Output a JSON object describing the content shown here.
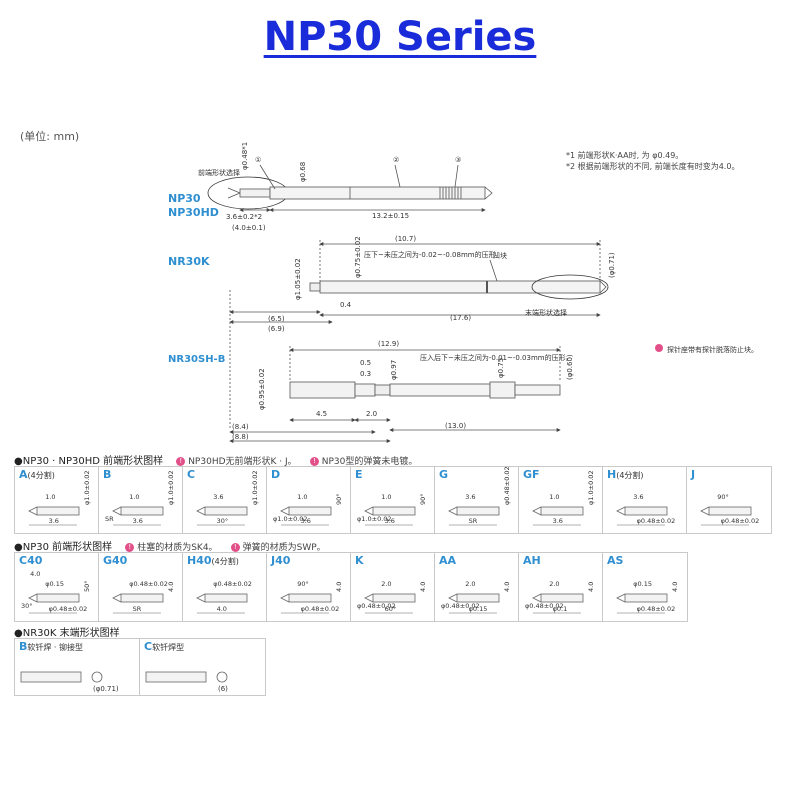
{
  "page_title": "NP30 Series",
  "unit": "(单位: mm)",
  "notes": [
    "*1 前端形状K·AA时, 为 φ0.49。",
    "*2 根据前端形状的不同, 前端长度有时变为4.0。"
  ],
  "main_diagram": {
    "labels": {
      "np30": "NP30",
      "np30hd": "NP30HD",
      "nr30k": "NR30K",
      "nr30shb": "NR30SH-B"
    },
    "np30": {
      "callout": "前端形状选择",
      "markers": [
        "①",
        "②",
        "③"
      ],
      "dia_tip": "φ0.48*1",
      "dia_body": "φ0.68",
      "len_tip": "3.6±0.2*2",
      "len_tip_alt": "(4.0±0.1)",
      "len_body": "13.2±0.15"
    },
    "nr30k": {
      "total": "(10.7)",
      "note": "压下~未压之间为-0.02~-0.08mm的压形。",
      "stopper": "凹块",
      "dia_a": "φ0.75±0.02",
      "dia_b": "φ1.05±0.02",
      "dia_c": "(φ0.71)",
      "len_a": "0.4",
      "len_b": "(17.6)",
      "len_c": "(6.5)",
      "len_d": "(6.9)",
      "tail": "末端形状选择"
    },
    "nr30shb": {
      "total": "(12.9)",
      "note": "压入后下~未压之间为-0.01~-0.03mm的压形。",
      "dim_05": "0.5",
      "dim_03": "0.3",
      "dia_a": "φ0.95±0.02",
      "dia_b": "φ0.97",
      "dia_c": "φ0.75",
      "dia_d": "(φ0.60)",
      "len_45": "4.5",
      "len_20": "2.0",
      "len_130": "(13.0)",
      "len_84": "(8.4)",
      "len_88": "(8.8)",
      "warn": "探针座带有探针脱落防止块。"
    }
  },
  "section1": {
    "title": "●NP30 · NP30HD  前端形状图样",
    "note1": "NP30HD无前端形状K · J。",
    "note2": "NP30型的弹簧未电镀。",
    "shapes": [
      {
        "code": "A",
        "sub": "(4分割)",
        "dims": [
          "1.0",
          "3.6",
          "φ1.0±0.02"
        ]
      },
      {
        "code": "B",
        "sub": "",
        "dims": [
          "1.0",
          "3.6",
          "φ1.0±0.02",
          "SR"
        ]
      },
      {
        "code": "C",
        "sub": "",
        "dims": [
          "3.6",
          "30°",
          "φ1.0±0.02"
        ]
      },
      {
        "code": "D",
        "sub": "",
        "dims": [
          "1.0",
          "3.6",
          "90°",
          "φ1.0±0.02"
        ]
      },
      {
        "code": "E",
        "sub": "",
        "dims": [
          "1.0",
          "3.6",
          "90°",
          "φ1.0±0.02"
        ]
      },
      {
        "code": "G",
        "sub": "",
        "dims": [
          "3.6",
          "SR",
          "φ0.48±0.02"
        ]
      },
      {
        "code": "GF",
        "sub": "",
        "dims": [
          "1.0",
          "3.6",
          "φ1.0±0.02"
        ]
      },
      {
        "code": "H",
        "sub": "(4分割)",
        "dims": [
          "3.6",
          "φ0.48±0.02"
        ]
      },
      {
        "code": "J",
        "sub": "",
        "dims": [
          "90°",
          "φ0.48±0.02"
        ]
      }
    ]
  },
  "section2": {
    "title": "●NP30  前端形状图样",
    "note1": "柱塞的材质为SK4。",
    "note2": "弹簧的材质为SWP。",
    "shapes": [
      {
        "code": "C40",
        "sub": "",
        "dims": [
          "φ0.15",
          "φ0.48±0.02",
          "50°",
          "30°",
          "4.0"
        ]
      },
      {
        "code": "G40",
        "sub": "",
        "dims": [
          "φ0.48±0.02",
          "SR",
          "4.0"
        ]
      },
      {
        "code": "H40",
        "sub": "(4分割)",
        "dims": [
          "φ0.48±0.02",
          "4.0"
        ]
      },
      {
        "code": "J40",
        "sub": "",
        "dims": [
          "90°",
          "φ0.48±0.02",
          "4.0"
        ]
      },
      {
        "code": "K",
        "sub": "",
        "dims": [
          "2.0",
          "60°",
          "4.0",
          "φ0.48±0.02"
        ]
      },
      {
        "code": "AA",
        "sub": "",
        "dims": [
          "2.0",
          "φ0.15",
          "4.0",
          "φ0.48±0.02"
        ]
      },
      {
        "code": "AH",
        "sub": "",
        "dims": [
          "2.0",
          "φ0.1",
          "4.0",
          "φ0.48±0.02"
        ]
      },
      {
        "code": "AS",
        "sub": "",
        "dims": [
          "φ0.15",
          "φ0.48±0.02",
          "4.0"
        ]
      }
    ]
  },
  "section3": {
    "title": "●NR30K  末端形状图样",
    "shapes": [
      {
        "code": "B",
        "sub": "软钎焊 · 铆接型",
        "dims": [
          "(φ0.71)"
        ]
      },
      {
        "code": "C",
        "sub": "软钎焊型",
        "dims": [
          "(6)"
        ]
      }
    ]
  }
}
